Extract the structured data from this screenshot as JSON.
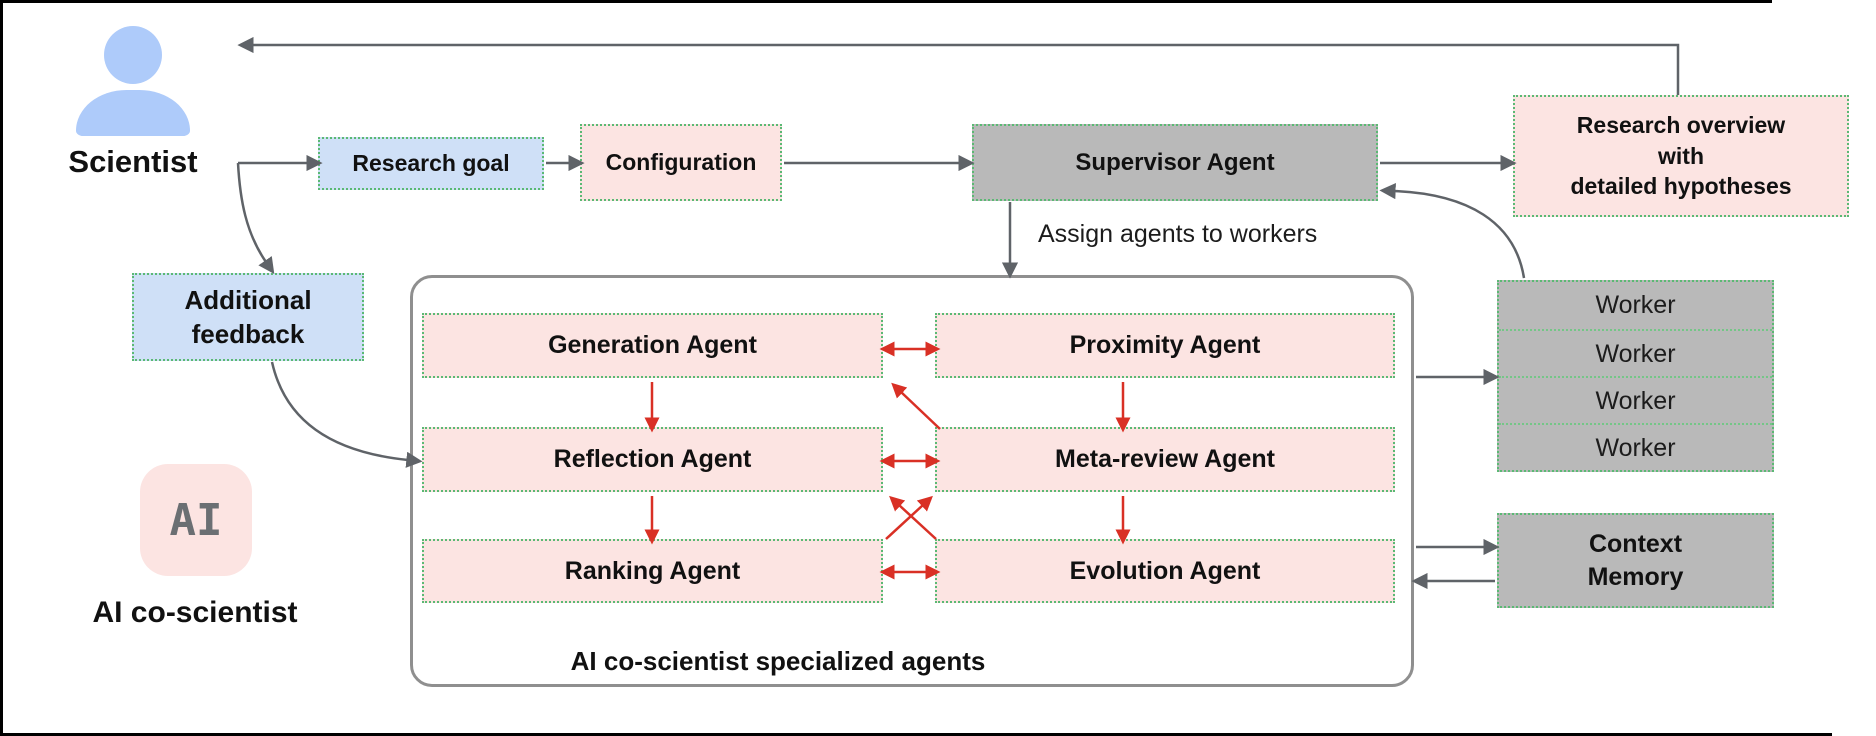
{
  "scientist": {
    "label": "Scientist"
  },
  "ai_coscientist": {
    "icon_text": "AI",
    "label": "AI co-scientist"
  },
  "boxes": {
    "research_goal": "Research goal",
    "configuration": "Configuration",
    "supervisor": "Supervisor Agent",
    "research_overview": {
      "line1": "Research overview",
      "line2": "with",
      "line3": "detailed hypotheses"
    },
    "additional_feedback": {
      "line1": "Additional",
      "line2": "feedback"
    }
  },
  "labels": {
    "assign": "Assign agents to workers",
    "agents_caption": "AI co-scientist specialized agents"
  },
  "agents": {
    "generation": "Generation Agent",
    "reflection": "Reflection Agent",
    "ranking": "Ranking Agent",
    "proximity": "Proximity Agent",
    "meta_review": "Meta-review Agent",
    "evolution": "Evolution Agent"
  },
  "workers": {
    "rows": [
      "Worker",
      "Worker",
      "Worker",
      "Worker"
    ]
  },
  "context_memory": {
    "line1": "Context",
    "line2": "Memory"
  },
  "colors": {
    "pink_box": "#fce4e2",
    "blue_box": "#cfe0f7",
    "gray_box": "#b9b9b9",
    "green_dotted_border": "#5bb974",
    "arrow_gray": "#5f6368",
    "arrow_red": "#d93025",
    "person_icon_blue": "#aecbfa"
  }
}
